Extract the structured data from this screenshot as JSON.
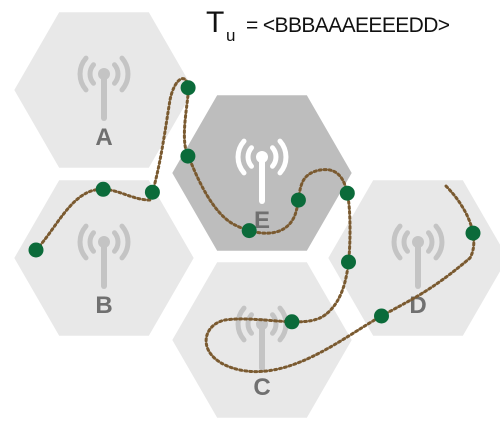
{
  "formula": {
    "symbol": "T",
    "subscript": "u",
    "expression": "= <BBBAAAEEEEDD>"
  },
  "colors": {
    "cell_fill": "#e8e8e8",
    "cell_highlight_fill": "#bdbdbd",
    "cell_stroke": "#ffffff",
    "antenna": "#c4c4c4",
    "antenna_highlight": "#ffffff",
    "label": "#707070",
    "path": "#7a5a30",
    "point": "#0b6b3a"
  },
  "cells": [
    {
      "label": "A",
      "highlighted": false
    },
    {
      "label": "E",
      "highlighted": true
    },
    {
      "label": "B",
      "highlighted": false
    },
    {
      "label": "D",
      "highlighted": false
    },
    {
      "label": "C",
      "highlighted": false
    }
  ]
}
